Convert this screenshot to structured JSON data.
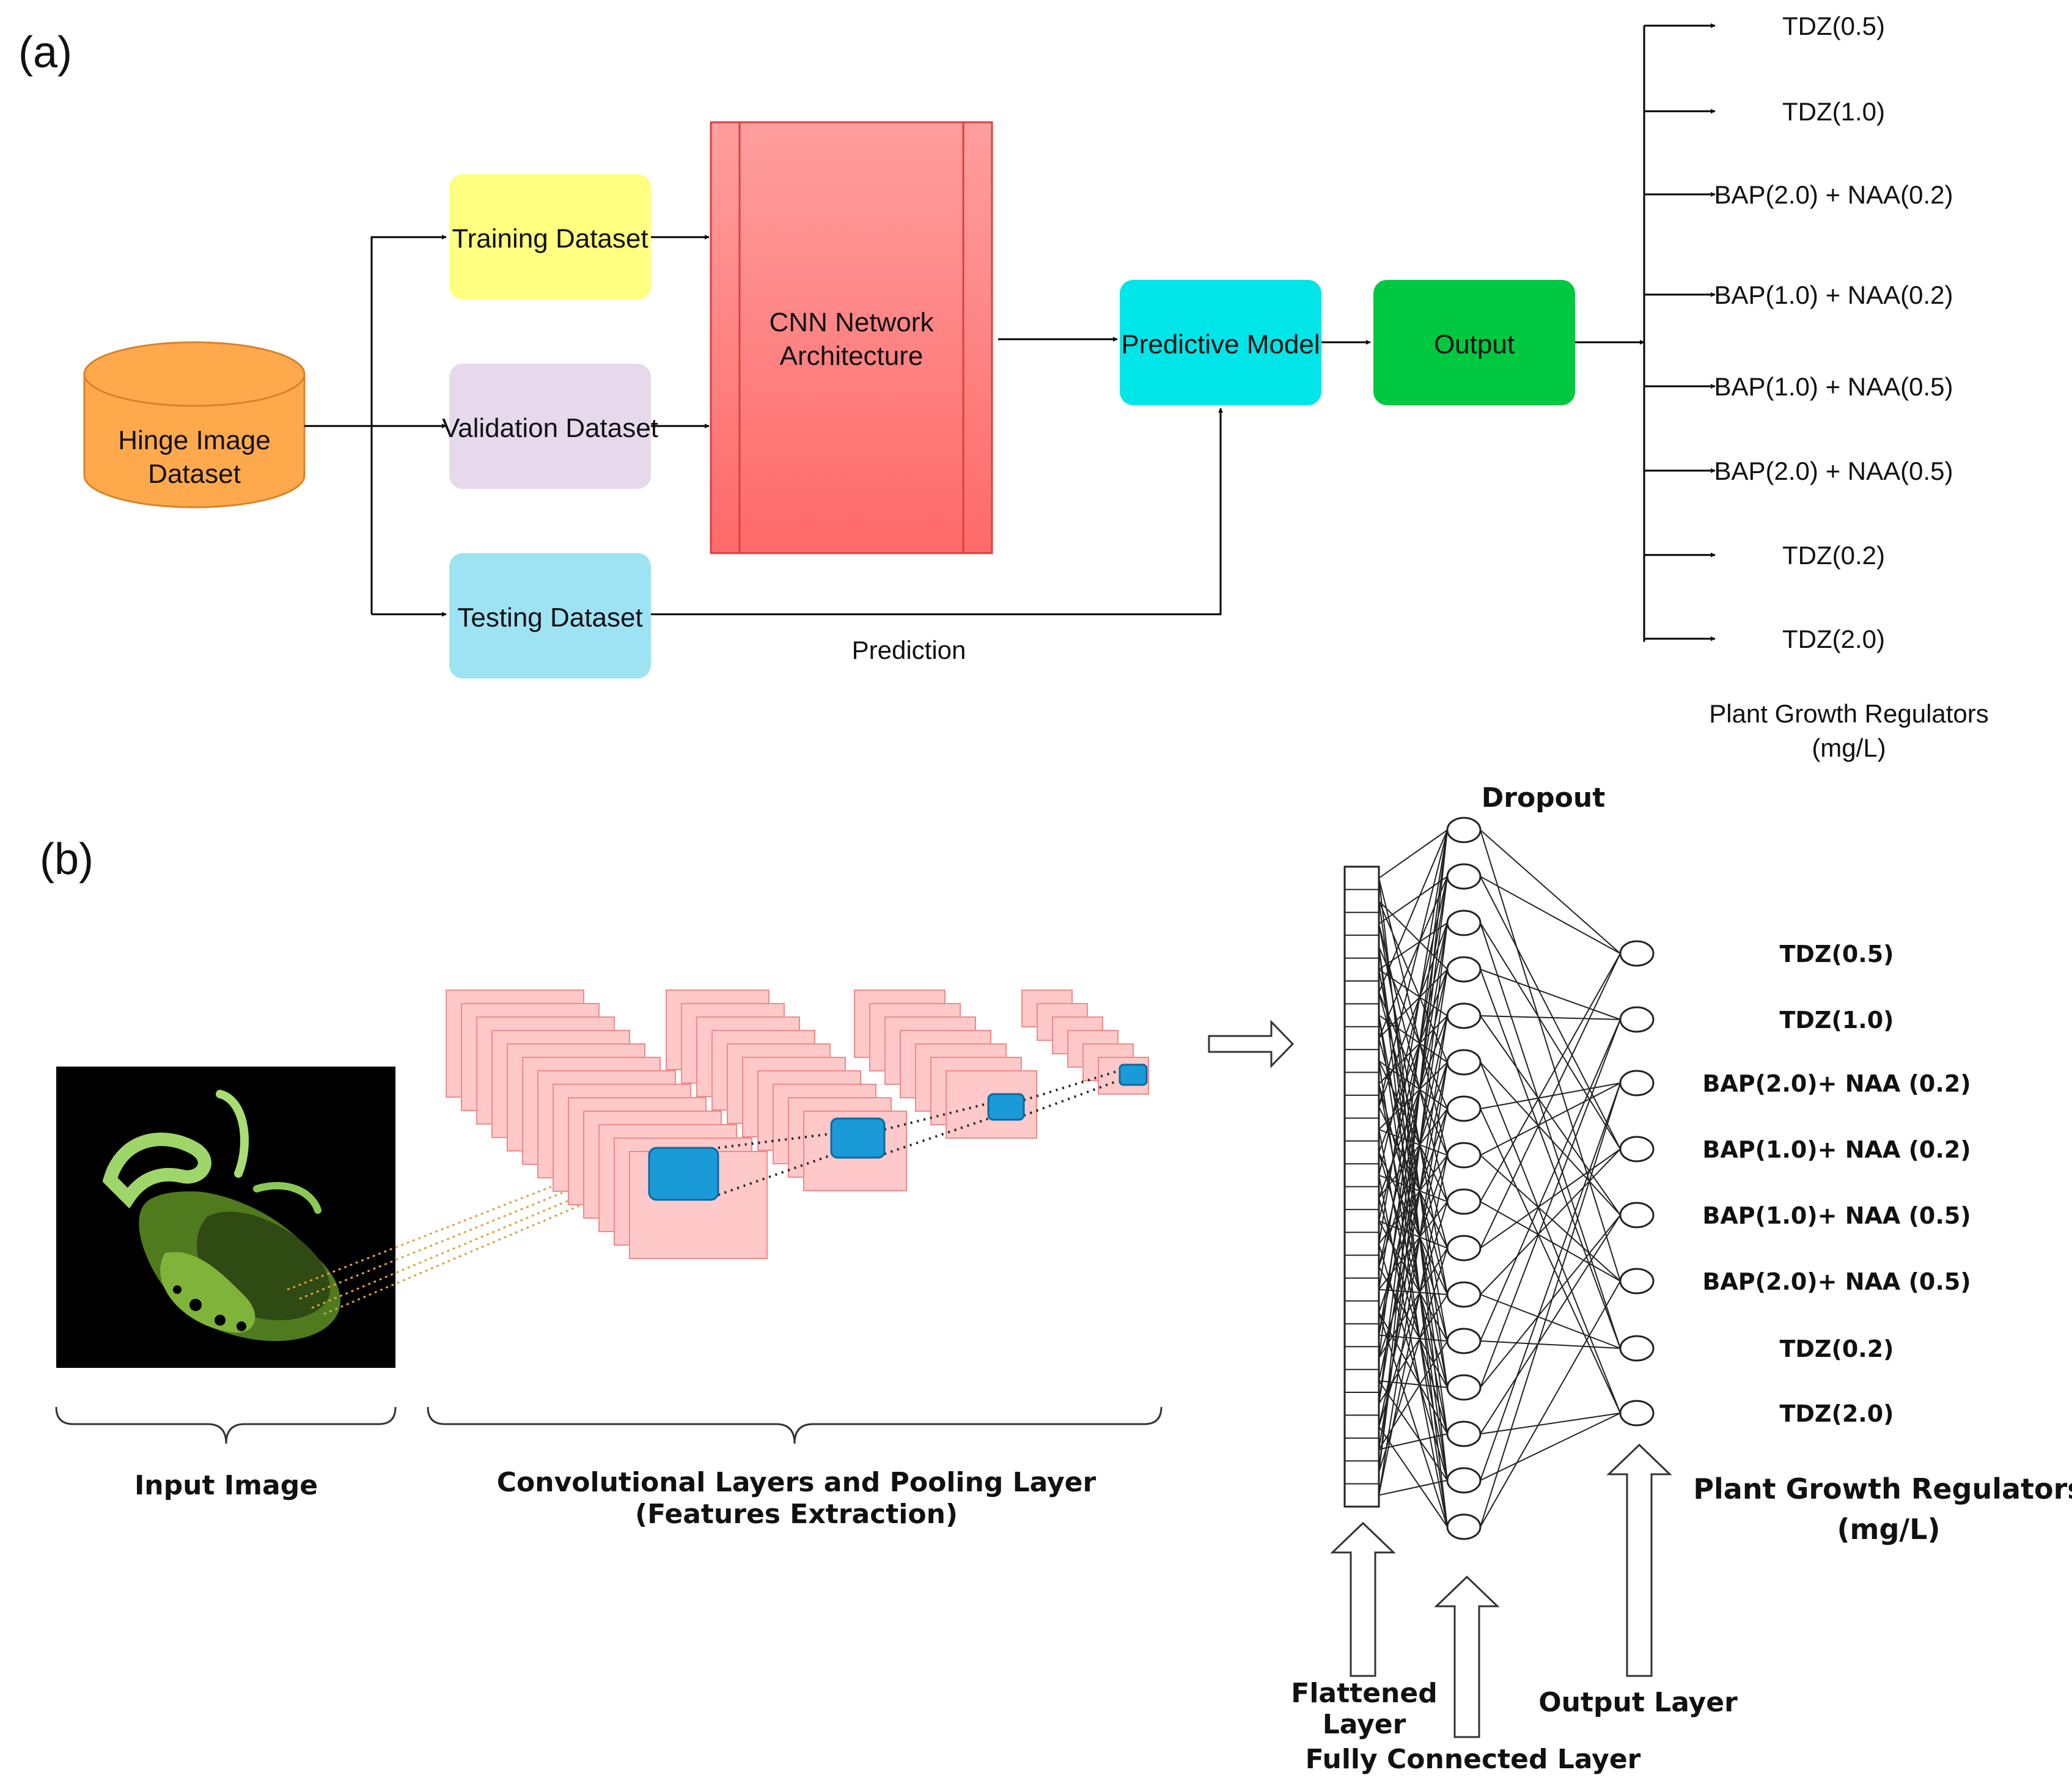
{
  "panel_a": {
    "label": "(a)",
    "dataset": {
      "line1": "Hinge Image",
      "line2": "Dataset",
      "color": "#ffa94d"
    },
    "splits": [
      {
        "label": "Training Dataset",
        "color": "#ffff80"
      },
      {
        "label": "Validation Dataset",
        "color": "#e6d9ec"
      },
      {
        "label": "Testing Dataset",
        "color": "#9de3f4"
      }
    ],
    "cnn": {
      "line1": "CNN Network",
      "line2": "Architecture",
      "color": "#ff7f7f"
    },
    "predictive_model": {
      "label": "Predictive Model",
      "color": "#00e5e8"
    },
    "output": {
      "label": "Output",
      "color": "#00c840"
    },
    "prediction_label": "Prediction",
    "classes": [
      "TDZ(0.5)",
      "TDZ(1.0)",
      "BAP(2.0) + NAA(0.2)",
      "BAP(1.0) + NAA(0.2)",
      "BAP(1.0) + NAA(0.5)",
      "BAP(2.0) + NAA(0.5)",
      "TDZ(0.2)",
      "TDZ(2.0)"
    ],
    "pgr_label": {
      "line1": "Plant Growth Regulators",
      "line2": "(mg/L)"
    }
  },
  "panel_b": {
    "label": "(b)",
    "input_image_label": "Input Image",
    "conv_label": {
      "line1": "Convolutional Layers and Pooling Layer",
      "line2": "(Features Extraction)"
    },
    "dropout_label": "Dropout",
    "classes": [
      "TDZ(0.5)",
      "TDZ(1.0)",
      "BAP(2.0)+ NAA (0.2)",
      "BAP(1.0)+ NAA (0.2)",
      "BAP(1.0)+ NAA (0.5)",
      "BAP(2.0)+ NAA (0.5)",
      "TDZ(0.2)",
      "TDZ(2.0)"
    ],
    "pgr_label": {
      "line1": "Plant Growth Regulators",
      "line2": "(mg/L)"
    },
    "flattened_label": {
      "line1": "Flattened",
      "line2": "Layer"
    },
    "output_layer_label": "Output Layer",
    "fully_connected_label": "Fully Connected Layer",
    "feature_map_color": "#ffc9c9",
    "kernel_color": "#1a9ad6"
  }
}
